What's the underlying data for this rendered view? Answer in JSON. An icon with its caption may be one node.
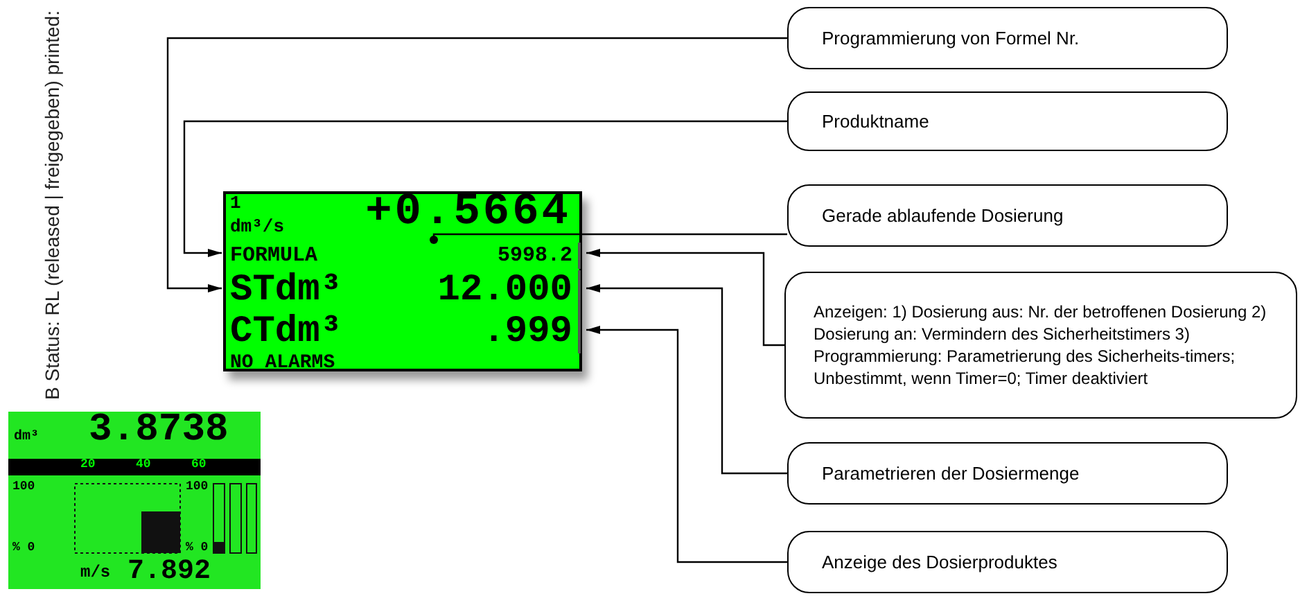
{
  "diagram": {
    "nodes": [
      {
        "text": [
          "1",
          "dm³/s",
          "+0.5664",
          "NO ALARMS"
        ]
      },
      {
        "text": [
          "FORMULA",
          "5998.2"
        ],
        "in": 0
      },
      {
        "text": [
          "STdm³",
          "12.000"
        ],
        "in": 0
      },
      {
        "text": [
          "CTdm³",
          ".999"
        ],
        "in": 0
      },
      {
        "text": [
          "Programmierung von Formel Nr."
        ]
      },
      {
        "text": [
          "Produktname"
        ]
      },
      {
        "text": [
          "Gerade ablaufende Dosierung"
        ]
      },
      {
        "text": [
          "Anzeigen: 1) Dosierung aus: Nr. der betroffenen Dosierung 2) Dosierung an: Vermindern des Sicherheitstimers 3) Programmierung: Parametrierung des Sicherheits-timers; Unbestimmt, wenn Timer=0; Timer deaktiviert"
        ]
      },
      {
        "text": [
          "Parametrieren der Dosiermenge"
        ]
      },
      {
        "text": [
          "Anzeige des Dosierproduktes"
        ]
      }
    ],
    "edges": [
      {
        "from": 4,
        "to": 2,
        "arrow": "to"
      },
      {
        "from": 5,
        "to": 1,
        "arrow": "to"
      },
      {
        "from": 6,
        "to": 1,
        "arrow": "other"
      },
      {
        "from": 7,
        "to": 1,
        "arrow": "to"
      },
      {
        "from": 8,
        "to": 2,
        "arrow": "to"
      },
      {
        "from": 9,
        "to": 3,
        "arrow": "to"
      }
    ],
    "labels": [
      "B Status: RL (released | freigegeben) printed:",
      "dm³",
      "3.8738",
      "20",
      "40",
      "60",
      "100",
      "100",
      "% 0",
      "% 0",
      "m/s",
      "7.892"
    ]
  }
}
